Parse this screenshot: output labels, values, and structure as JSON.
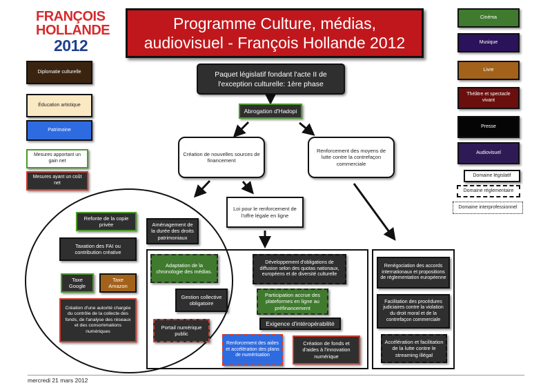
{
  "header": {
    "logo": {
      "line1": "FRANÇOIS",
      "line2": "HOLLANDE",
      "line3": "2012"
    },
    "title_line1": "Programme Culture, médias,",
    "title_line2": "audiovisuel - François Hollande 2012"
  },
  "legend_left": [
    {
      "label": "Diplomatie culturelle",
      "color": "#3a2410"
    },
    {
      "label": "Éducation artistique",
      "color": "#fbe9c4"
    },
    {
      "label": "Patrimoine",
      "color": "#2f6be0"
    },
    {
      "label": "Mesures apportant un gain net",
      "border_color": "#4c9a2a"
    },
    {
      "label": "Mesures ayant un coût net",
      "border_color": "#d23c2c"
    }
  ],
  "legend_right": [
    {
      "label": "Cinéma",
      "color": "#3f7a2e"
    },
    {
      "label": "Musique",
      "color": "#2a135a"
    },
    {
      "label": "Livre",
      "color": "#a3621a"
    },
    {
      "label": "Théâtre et spectacle vivant",
      "color": "#6a0e0e"
    },
    {
      "label": "Presse",
      "color": "#050505"
    },
    {
      "label": "Audiovisuel",
      "color": "#2e1b56"
    },
    {
      "label": "Domaine législatif",
      "style": "solid"
    },
    {
      "label": "Domaine réglementaire",
      "style": "dashed"
    },
    {
      "label": "Domaine interprofessionnel",
      "style": "dotted"
    }
  ],
  "nodes": {
    "root": "Paquet législatif fondant l'acte II de l'exception culturelle: 1ère phase",
    "hadopi": "Abrogation d'Hadopi",
    "financement": "Création de nouvelles sources de financement",
    "contrefacon": "Renforcement des moyens de lutte contre la contrefaçon commerciale",
    "offre_legale": "Loi pour le renforcement de l'offre légale en ligne",
    "copie_privee": "Refonte de la copie privée",
    "taxation_fai": "Taxation des FAI ou contribution créative",
    "taxe_google": "Taxe Google",
    "taxe_amazon": "Taxe Amazon",
    "autorite": "Création d'une autorité chargée du contrôle de la collecte des fonds, de l'analyse des réseaux et des consommations numériques",
    "amenagement": "Aménagement de la durée des droits patrimoniaux",
    "chronologie": "Adaptation de la chronologie des médias.",
    "gestion": "Gestion collective obligatoire",
    "portail": "Portail numérique public",
    "diffusion": "Développement d'obligations de diffusion selon des quotas nationaux, européens et de diversité culturelle",
    "participation": "Participation accrue des plateformes en ligne au préfinancement",
    "interoperabilite": "Exigence d'intéropérabilité",
    "numerisation": "Renforcement des aides et accélération des plans de numérisation",
    "fonds_innovation": "Création de fonds et d'aides à l'innovation numérique",
    "renegociation": "Renégociation des accords internationaux et propositions de réglementation européenne",
    "procedures": "Facilitation des procédures judiciaires contre la violation du droit moral et de la contrefaçon commerciale",
    "streaming": "Accélération et facilitation de la lutte contre le streaming illégal"
  },
  "footer": {
    "date": "mercredi 21 mars 2012"
  }
}
